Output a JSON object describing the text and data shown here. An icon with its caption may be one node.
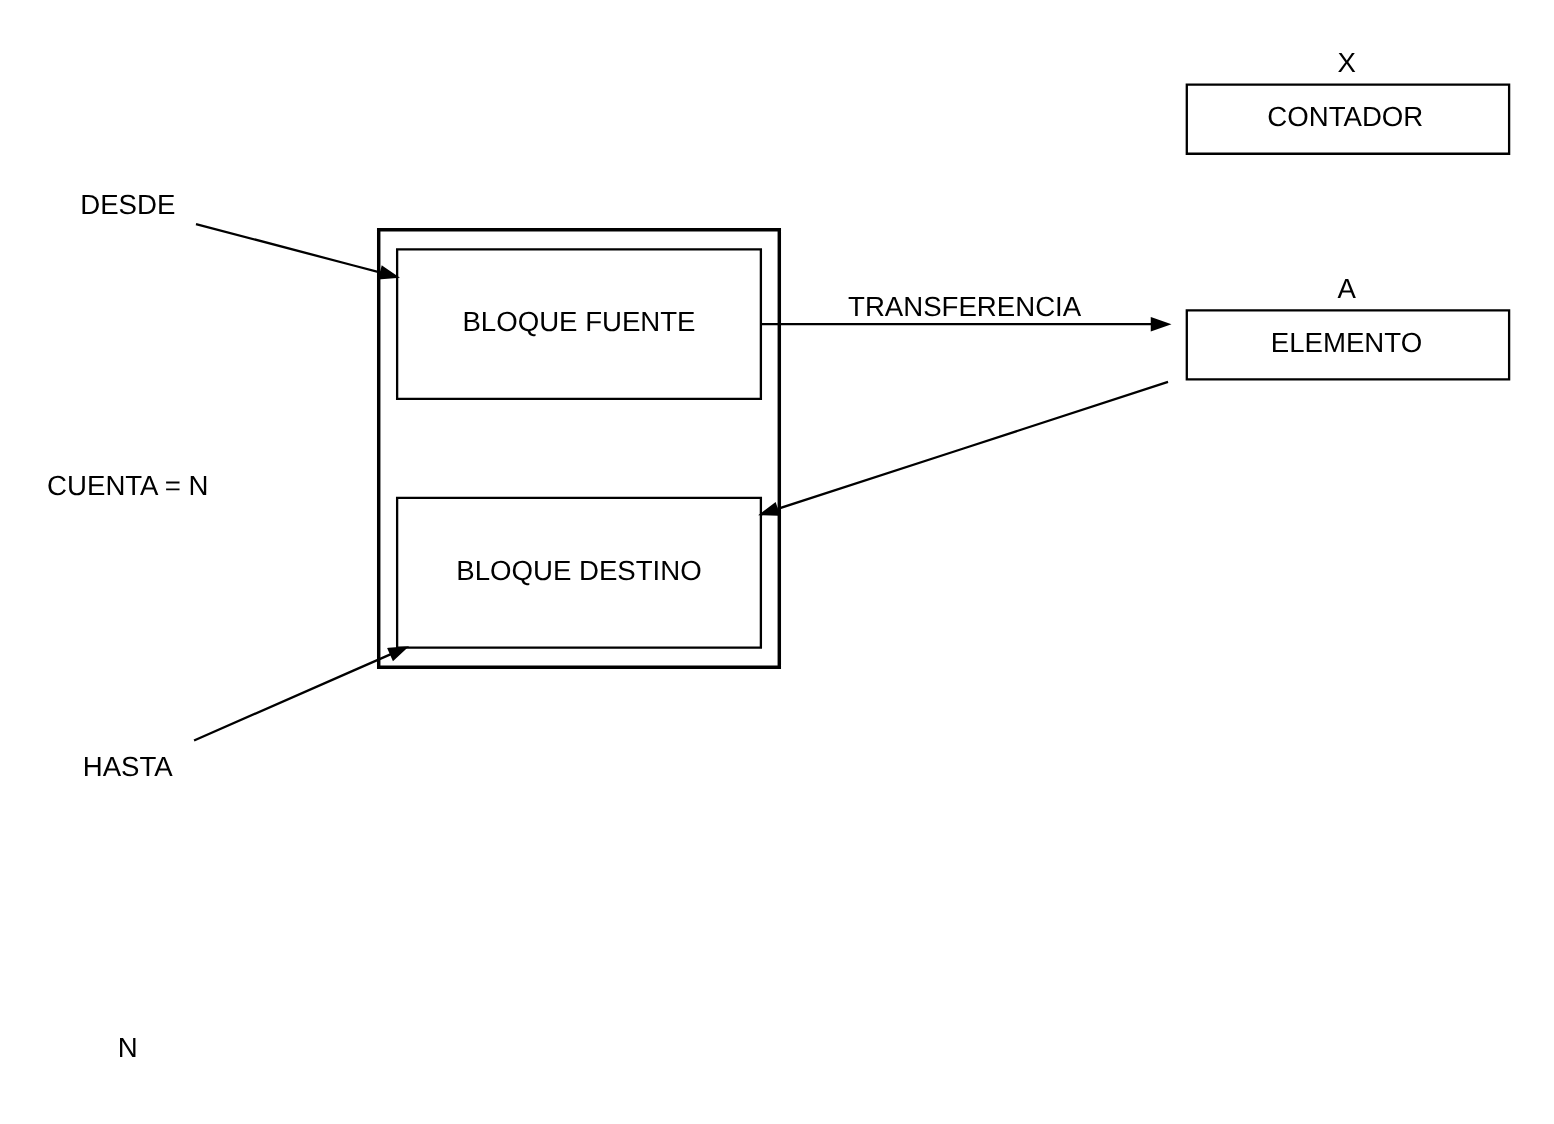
{
  "diagram": {
    "nodes": [
      {
        "text": [
          "DESDE"
        ]
      },
      {
        "text": [],
        "shape": "box"
      },
      {
        "text": [
          "BLOQUE FUENTE"
        ],
        "in": 1
      },
      {
        "text": [
          "ELEMENTO"
        ],
        "beside": [
          "A"
        ]
      },
      {
        "text": [
          "CONTADOR"
        ],
        "beside": [
          "X"
        ]
      },
      {
        "text": [
          "HASTA"
        ]
      },
      {
        "text": [
          "BLOQUE DESTINO"
        ],
        "in": 1
      }
    ],
    "edges": [
      {
        "from": 0,
        "to": 2,
        "arrow": "to"
      },
      {
        "from": 2,
        "to": 3,
        "arrow": "to",
        "label": "TRANSFERENCIA"
      },
      {
        "from": 3,
        "to": 6,
        "arrow": "to"
      },
      {
        "from": 5,
        "to": 6,
        "arrow": "to"
      }
    ],
    "labels": [
      "CUENTA = N",
      "N"
    ]
  }
}
